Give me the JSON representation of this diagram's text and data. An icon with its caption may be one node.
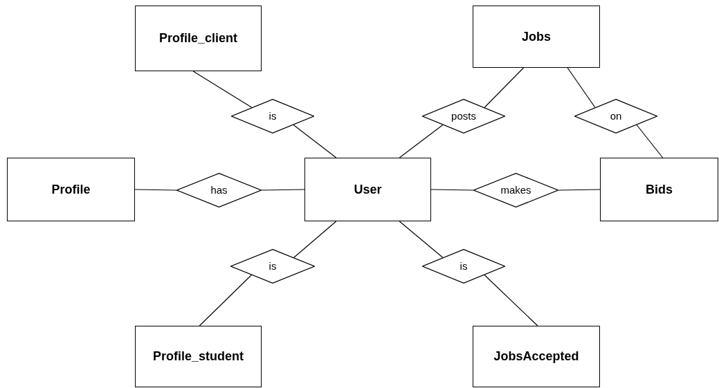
{
  "diagram": {
    "nodes": [
      {
        "text": [
          "Profile_client"
        ]
      },
      {
        "text": [
          "Jobs"
        ]
      },
      {
        "text": [
          "is"
        ]
      },
      {
        "text": [
          "posts"
        ]
      },
      {
        "text": [
          "on"
        ]
      },
      {
        "text": [
          "Profile"
        ]
      },
      {
        "text": [
          "has"
        ]
      },
      {
        "text": [
          "User"
        ]
      },
      {
        "text": [
          "makes"
        ]
      },
      {
        "text": [
          "Bids"
        ]
      },
      {
        "text": [
          "is"
        ]
      },
      {
        "text": [
          "is"
        ]
      },
      {
        "text": [
          "Profile_student"
        ]
      },
      {
        "text": [
          "JobsAccepted"
        ]
      }
    ],
    "edges": [
      {
        "from": 0,
        "to": 2,
        "arrow": "none"
      },
      {
        "from": 2,
        "to": 7,
        "arrow": "none"
      },
      {
        "from": 1,
        "to": 3,
        "arrow": "none"
      },
      {
        "from": 3,
        "to": 7,
        "arrow": "none"
      },
      {
        "from": 1,
        "to": 4,
        "arrow": "none"
      },
      {
        "from": 4,
        "to": 9,
        "arrow": "none"
      },
      {
        "from": 5,
        "to": 6,
        "arrow": "none"
      },
      {
        "from": 6,
        "to": 7,
        "arrow": "none"
      },
      {
        "from": 7,
        "to": 8,
        "arrow": "none"
      },
      {
        "from": 8,
        "to": 9,
        "arrow": "none"
      },
      {
        "from": 7,
        "to": 10,
        "arrow": "none"
      },
      {
        "from": 10,
        "to": 12,
        "arrow": "none"
      },
      {
        "from": 7,
        "to": 11,
        "arrow": "none"
      },
      {
        "from": 11,
        "to": 13,
        "arrow": "none"
      }
    ]
  }
}
